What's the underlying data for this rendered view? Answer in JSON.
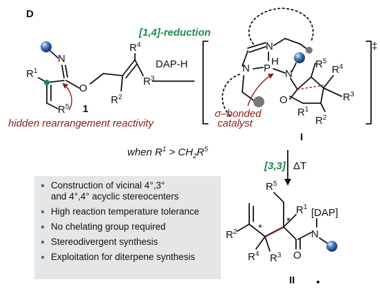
{
  "panel_label": "D",
  "reduction_label": "[1,4]-reduction",
  "reagent_label": "DAP-H",
  "ts_marker": "‡",
  "sigma_label_line1": "σ–bonded",
  "sigma_label_line2": "catalyst",
  "hidden_label": "hidden rearrangement reactivity",
  "condition": {
    "prefix": "when R",
    "sup1": "1",
    "mid": " > CH",
    "sub": "2",
    "end": "R",
    "sup2": "5"
  },
  "sigmatropic_label": "[3,3]",
  "heat_label": "ΔT",
  "compound_labels": {
    "c1": "1",
    "ts": "I",
    "product": "II"
  },
  "atoms": {
    "N": "N",
    "O": "O",
    "P": "P",
    "H": "H",
    "R": "R",
    "DAP": "[DAP]",
    "star": "*"
  },
  "subs": {
    "one": "1",
    "two": "2",
    "three": "3",
    "four": "4",
    "five": "5"
  },
  "features": [
    {
      "line1": "Construction of vicinal 4°,3°",
      "line2": "and 4°,4° acyclic stereocenters"
    },
    {
      "line1": "High reaction temperature tolerance",
      "line2": ""
    },
    {
      "line1": "No chelating group required",
      "line2": ""
    },
    {
      "line1": "Stereodivergent synthesis",
      "line2": ""
    },
    {
      "line1": "Exploitation for diterpene synthesis",
      "line2": ""
    }
  ],
  "colors": {
    "green": "#1f8a4c",
    "dark_red": "#8b1a1a",
    "sphere": "#4a7fc0",
    "panel_bg": "#e4e6e8",
    "bullet": "#4a6fa5"
  }
}
